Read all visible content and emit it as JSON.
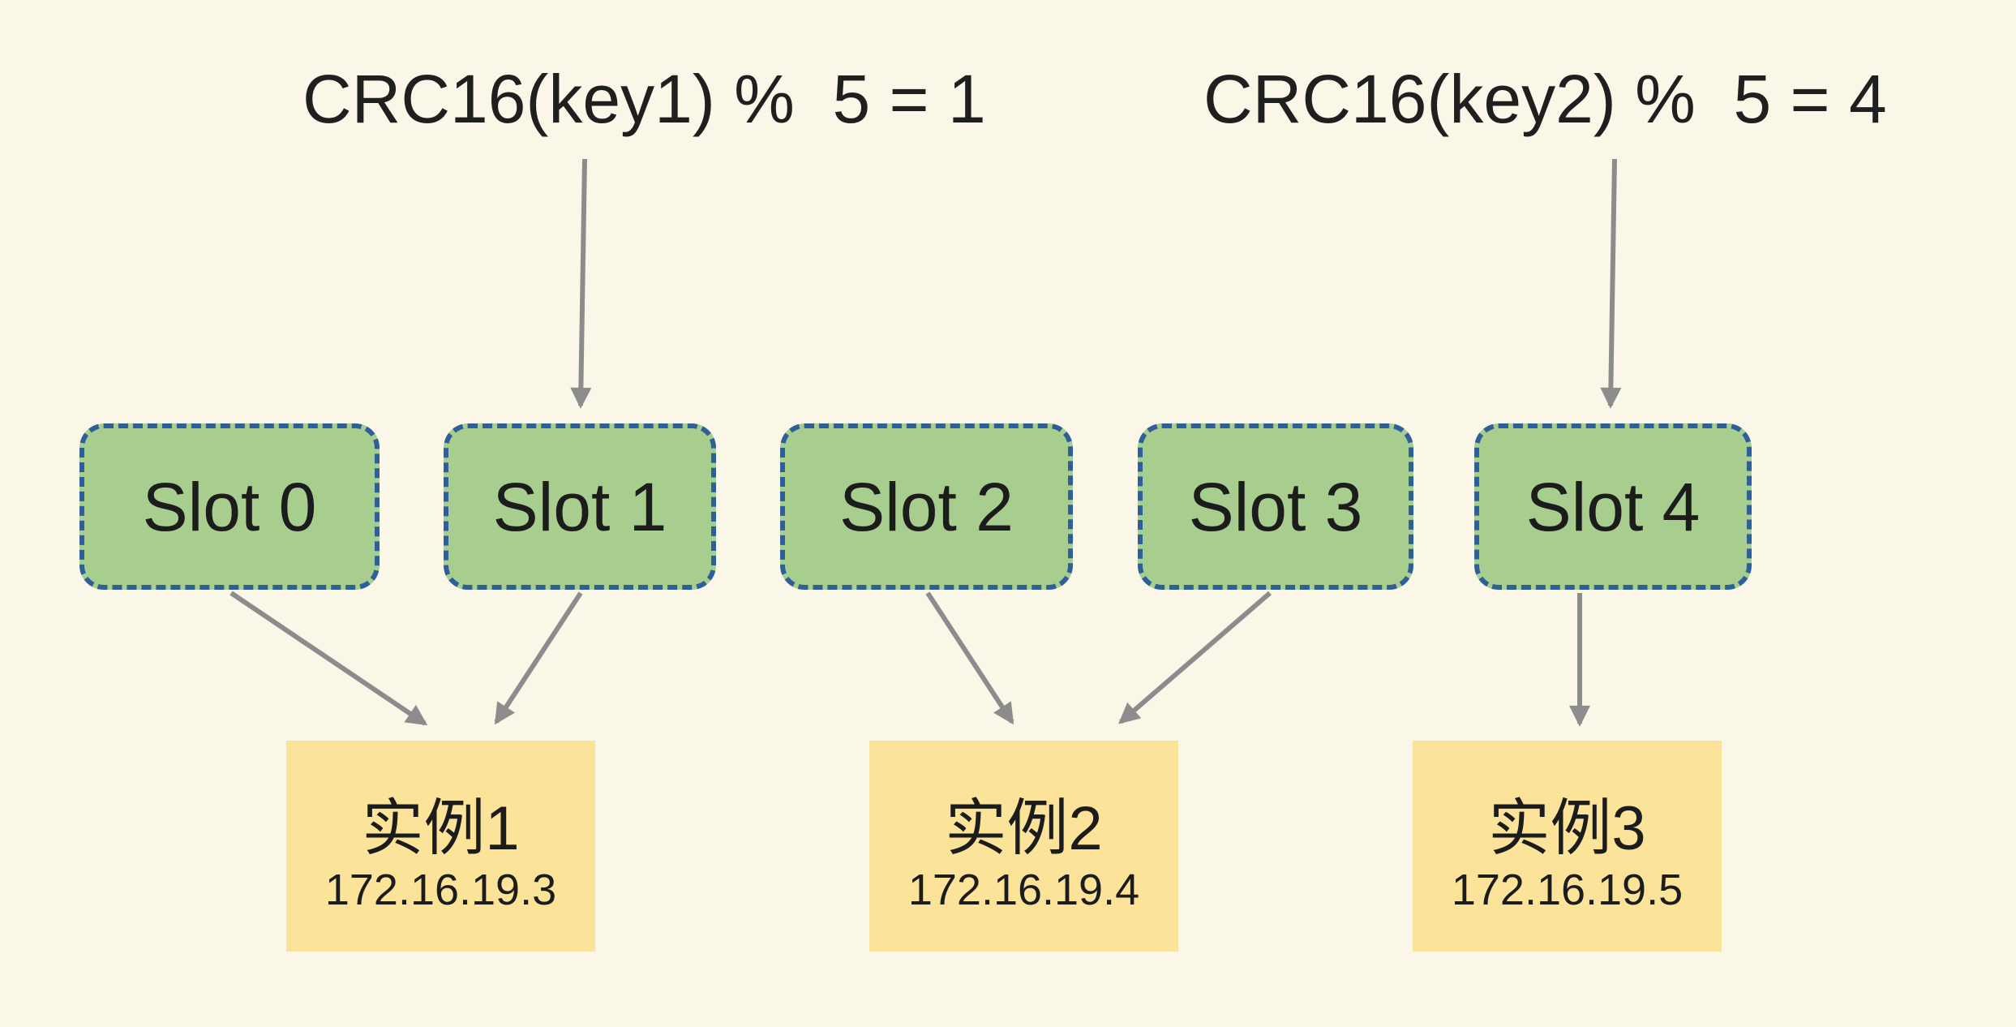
{
  "canvas": {
    "background": "#faf7e9",
    "description": "Redis cluster hash slot mapping diagram"
  },
  "colors": {
    "slot_fill": "#a7cd8f",
    "slot_border": "#2f5f99",
    "instance_fill": "#fbe499",
    "arrow": "#8c8c8c",
    "text": "#1f1f1f"
  },
  "formulas": [
    {
      "id": "formula-key1",
      "text": "CRC16(key1) %  5 = 1"
    },
    {
      "id": "formula-key2",
      "text": "CRC16(key2) %  5 = 4"
    }
  ],
  "slots": [
    {
      "label": "Slot 0"
    },
    {
      "label": "Slot 1"
    },
    {
      "label": "Slot 2"
    },
    {
      "label": "Slot 3"
    },
    {
      "label": "Slot 4"
    }
  ],
  "instances": [
    {
      "name": "实例1",
      "ip": "172.16.19.3"
    },
    {
      "name": "实例2",
      "ip": "172.16.19.4"
    },
    {
      "name": "实例3",
      "ip": "172.16.19.5"
    }
  ],
  "edges": [
    {
      "from": "formula-key1",
      "to": "slot-1"
    },
    {
      "from": "formula-key2",
      "to": "slot-4"
    },
    {
      "from": "slot-0",
      "to": "instance-1"
    },
    {
      "from": "slot-1",
      "to": "instance-1"
    },
    {
      "from": "slot-2",
      "to": "instance-2"
    },
    {
      "from": "slot-3",
      "to": "instance-2"
    },
    {
      "from": "slot-4",
      "to": "instance-3"
    }
  ]
}
